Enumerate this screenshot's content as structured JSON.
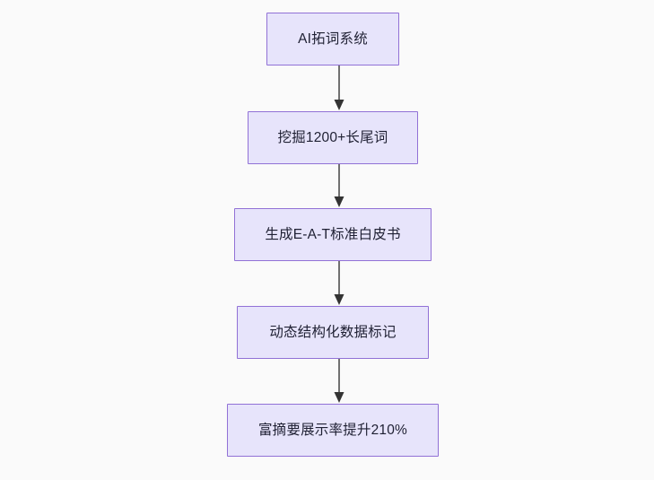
{
  "diagram": {
    "type": "flowchart",
    "orientation": "top-to-bottom",
    "background_color": "#fafafa",
    "node_fill_color": "#e7e4fb",
    "node_border_color": "#9171d6",
    "edge_color": "#707070",
    "text_color": "#1f2033",
    "nodes": [
      {
        "id": "n1",
        "label": "AI拓词系统"
      },
      {
        "id": "n2",
        "label": "挖掘1200+长尾词"
      },
      {
        "id": "n3",
        "label": "生成E-A-T标准白皮书"
      },
      {
        "id": "n4",
        "label": "动态结构化数据标记"
      },
      {
        "id": "n5",
        "label": "富摘要展示率提升210%"
      }
    ],
    "edges": [
      {
        "id": "e1",
        "from": "n1",
        "to": "n2",
        "label": "",
        "arrow": "arrow-down-icon"
      },
      {
        "id": "e2",
        "from": "n2",
        "to": "n3",
        "label": "",
        "arrow": "arrow-down-icon"
      },
      {
        "id": "e3",
        "from": "n3",
        "to": "n4",
        "label": "",
        "arrow": "arrow-down-icon"
      },
      {
        "id": "e4",
        "from": "n4",
        "to": "n5",
        "label": "",
        "arrow": "arrow-down-icon"
      }
    ]
  }
}
